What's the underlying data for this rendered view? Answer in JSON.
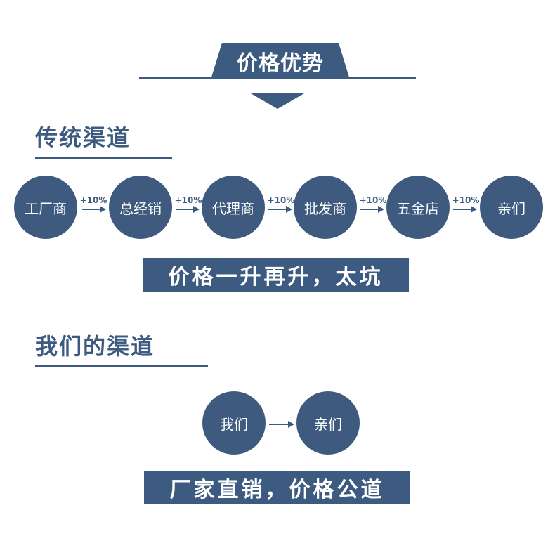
{
  "header": {
    "title": "价格优势"
  },
  "traditional": {
    "title": "传统渠道",
    "nodes": [
      "工厂商",
      "总经销",
      "代理商",
      "批发商",
      "五金店",
      "亲们"
    ],
    "markups": [
      "+10%",
      "+10%",
      "+10%",
      "+10%",
      "+10%"
    ],
    "banner": "价格一升再升，太坑"
  },
  "ours": {
    "title": "我们的渠道",
    "nodes": [
      "我们",
      "亲们"
    ],
    "banner": "厂家直销，价格公道"
  },
  "colors": {
    "accent": "#3d5b80",
    "background": "#ffffff",
    "text_on_accent": "#ffffff"
  }
}
